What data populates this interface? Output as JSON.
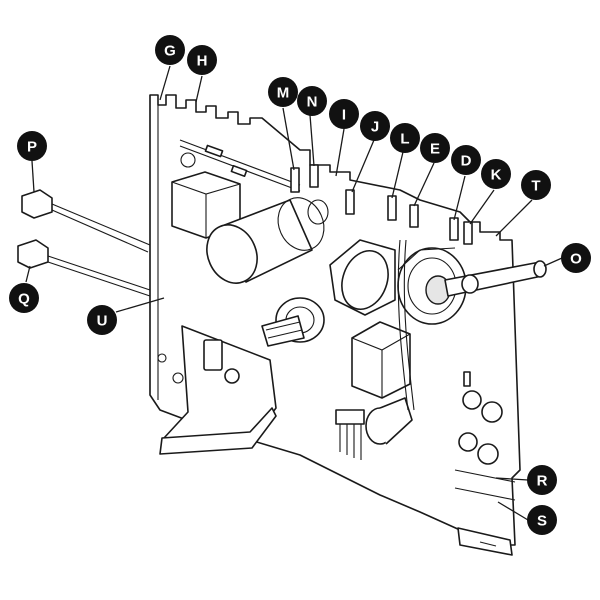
{
  "callouts": {
    "G": "G",
    "H": "H",
    "M": "M",
    "N": "N",
    "I": "I",
    "J": "J",
    "L": "L",
    "E": "E",
    "D": "D",
    "K": "K",
    "T": "T",
    "P": "P",
    "Q": "Q",
    "U": "U",
    "O": "O",
    "R": "R",
    "S": "S"
  },
  "colors": {
    "line": "#1a1a1a",
    "callout": "#111111",
    "callout_text": "#ffffff"
  }
}
